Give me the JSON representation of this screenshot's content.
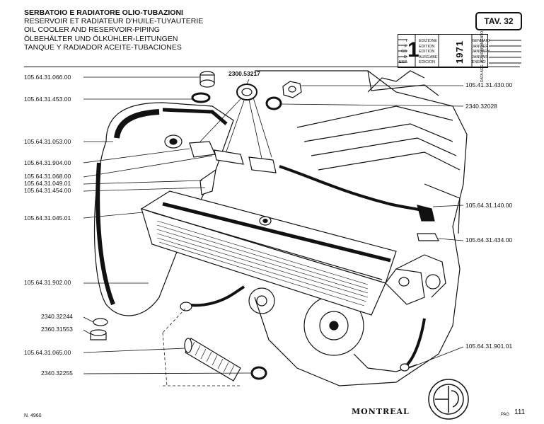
{
  "header": {
    "title_lines": [
      "SERBATOIO E RADIATORE OLIO-TUBAZIONI",
      "RESERVOIR ET RADIATEUR D'HUILE-TUYAUTERIE",
      "OIL COOLER AND RESERVOIR-PIPING",
      "ÖLBEHÄLTER UND ÖLKÜHLER-LEITUNGEN",
      "TANQUE Y RADIADOR ACEITE-TUBACIONES"
    ],
    "table_ref": "TAV. 32"
  },
  "edition_box": {
    "number": "1",
    "year": "1971",
    "languages": [
      "I",
      "F",
      "GB",
      "D",
      "ESP"
    ],
    "words": [
      "EDIZIONE",
      "EDITION",
      "EDITION",
      "AUSGABE",
      "EDICION"
    ],
    "months": [
      "GENNAIO",
      "JANVIER",
      "JANUARY",
      "JANUAR",
      "ENERO"
    ],
    "update_label": "DATA AGG. AGGIORNAMENTO"
  },
  "part_labels_left": [
    "105.64.31.066.00",
    "105.64.31.453.00",
    "105.64.31.053.00",
    "105.64.31.904.00",
    "105.64.31.068.00",
    "105.64.31.049.01",
    "105.64.31.454.00",
    "105.64.31.045.01",
    "105.64.31.902.00",
    "2340.32244",
    "2360.31553",
    "105.64.31.065.00",
    "2340.32255"
  ],
  "part_labels_right": [
    "105.41.31.430.00",
    "2340.32028",
    "105.64.31.140.00",
    "105.64.31.434.00",
    "105.64.31.901.01"
  ],
  "part_label_top": "2300.53217",
  "footer": {
    "doc_number": "N. 4960",
    "brand": "MONTREAL",
    "page_word": "PAG",
    "page_number": "111"
  }
}
